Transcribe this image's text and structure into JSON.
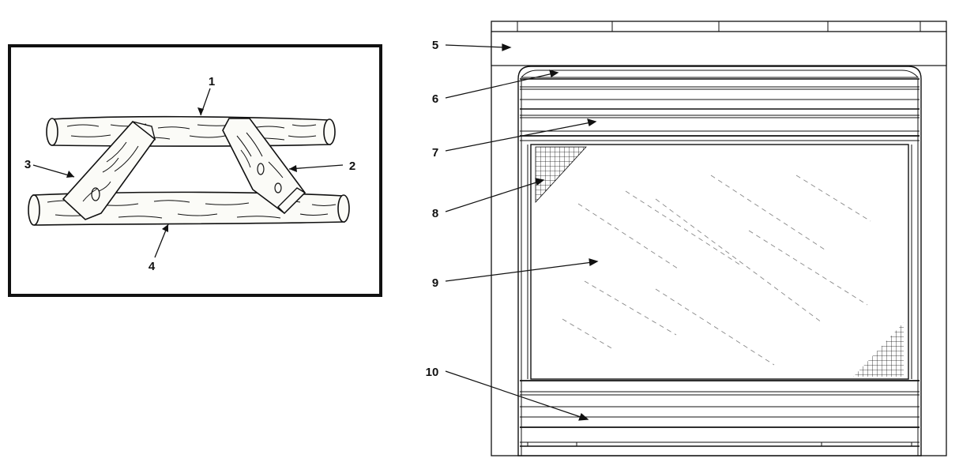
{
  "log_set": {
    "callouts": [
      {
        "id": "log-1",
        "label": "1"
      },
      {
        "id": "log-2",
        "label": "2"
      },
      {
        "id": "log-3",
        "label": "3"
      },
      {
        "id": "log-4",
        "label": "4"
      }
    ]
  },
  "fireplace": {
    "callouts": [
      {
        "id": "part-5",
        "label": "5"
      },
      {
        "id": "part-6",
        "label": "6"
      },
      {
        "id": "part-7",
        "label": "7"
      },
      {
        "id": "part-8",
        "label": "8"
      },
      {
        "id": "part-9",
        "label": "9"
      },
      {
        "id": "part-10",
        "label": "10"
      }
    ]
  },
  "colors": {
    "ink": "#111111",
    "background": "#ffffff",
    "log_fill": "#fbfbf7"
  }
}
